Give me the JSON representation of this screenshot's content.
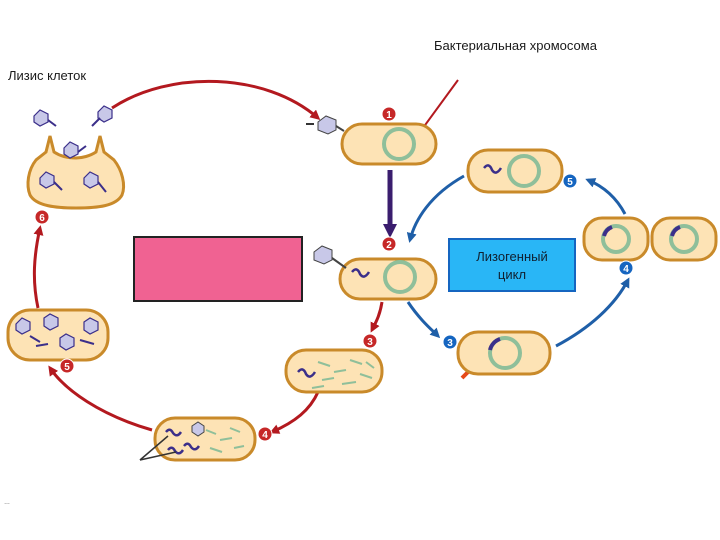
{
  "labels": {
    "bacterial_chromosome": "Бактериальная хромосома",
    "cell_lysis": "Лизис клеток",
    "lysogenic_cycle_line1": "Лизогенный",
    "lysogenic_cycle_line2": "цикл",
    "footer_mark": "…"
  },
  "steps": {
    "lytic": [
      "1",
      "2",
      "3",
      "4",
      "5",
      "6"
    ],
    "lysogenic": [
      "3",
      "4",
      "5"
    ]
  },
  "colors": {
    "lytic_arrow": "#b3191f",
    "lysogenic_arrow": "#1f5fa8",
    "cell_fill": "#fde3b5",
    "cell_stroke": "#c98a2a",
    "chromosome": "#8fbf9a",
    "phage_dna": "#3b2f8a",
    "step_badge": "#c62828",
    "step_badge_blue": "#1565c0",
    "highlight_box": "#f06292",
    "lysogenic_box": "#29b6f6"
  }
}
